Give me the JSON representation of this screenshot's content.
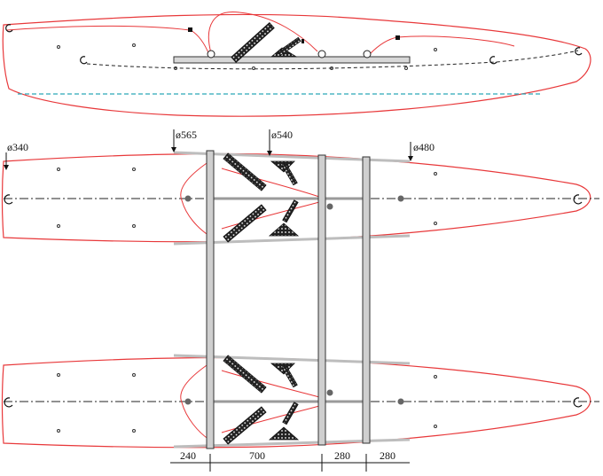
{
  "drawing": {
    "diameters": [
      {
        "label": "ø340"
      },
      {
        "label": "ø565"
      },
      {
        "label": "ø540"
      },
      {
        "label": "ø480"
      }
    ],
    "dimensions": [
      {
        "label": "240"
      },
      {
        "label": "700"
      },
      {
        "label": "280"
      },
      {
        "label": "280"
      }
    ],
    "colors": {
      "hull_outline": "#e8383a",
      "waterline": "#2aa6b8",
      "beam": "#c9c9c9",
      "ink": "#111111"
    }
  }
}
